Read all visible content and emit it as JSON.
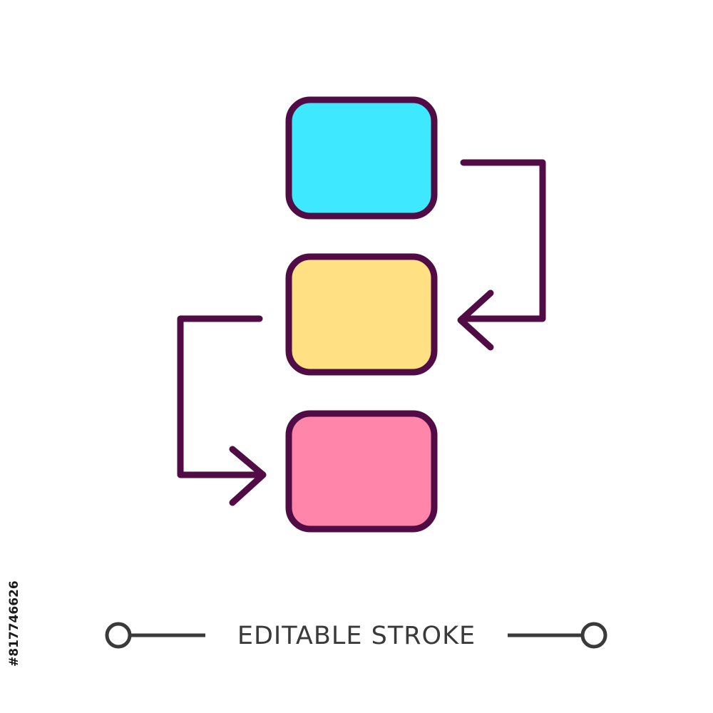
{
  "diagram": {
    "nodes": [
      {
        "id": "top",
        "fill": "#3ee8ff"
      },
      {
        "id": "middle",
        "fill": "#ffe083"
      },
      {
        "id": "bottom",
        "fill": "#ff85ab"
      }
    ],
    "edges": [
      {
        "from": "top",
        "to": "middle",
        "side": "right"
      },
      {
        "from": "middle",
        "to": "bottom",
        "side": "left"
      }
    ],
    "stroke_color": "#510c45"
  },
  "footer": {
    "caption": "EDITABLE STROKE",
    "line_color": "#3a3a3a",
    "stock_id": "#817746626"
  }
}
